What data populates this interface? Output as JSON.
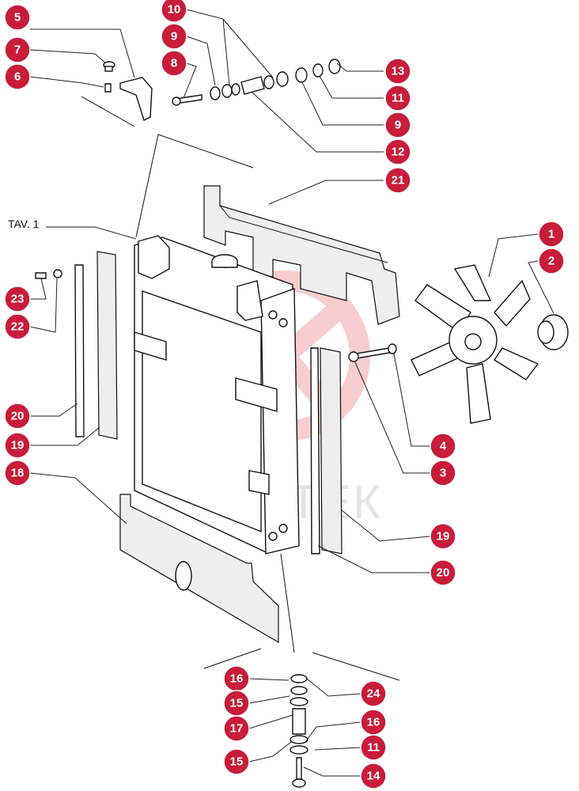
{
  "diagram": {
    "table_label": "TAV. 1",
    "watermark_text": "ИНТЕК",
    "callout_color": "#c81d3a",
    "callouts": [
      "5",
      "7",
      "6",
      "10",
      "9",
      "8",
      "13",
      "11",
      "9",
      "12",
      "21",
      "1",
      "2",
      "4",
      "3",
      "19",
      "20",
      "23",
      "22",
      "20",
      "19",
      "18",
      "16",
      "24",
      "15",
      "17",
      "16",
      "11",
      "15",
      "14"
    ]
  }
}
